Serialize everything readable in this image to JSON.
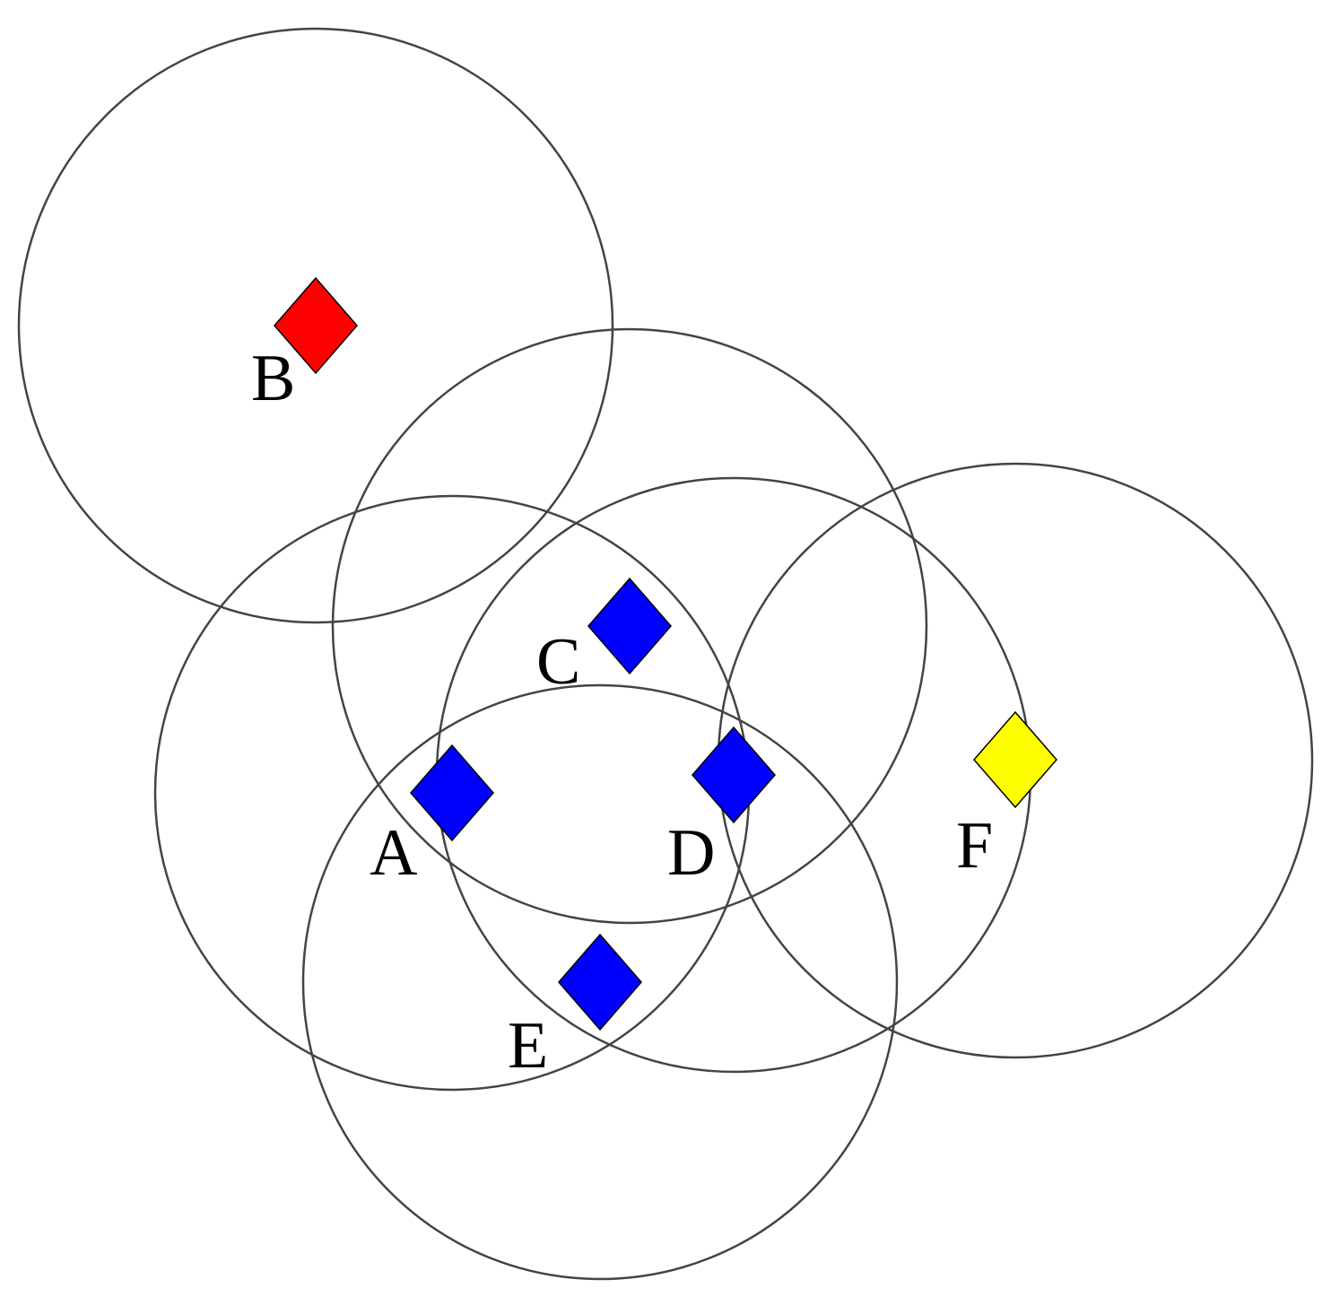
{
  "nodes": [
    {
      "id": "A",
      "label": "A",
      "color": "#0000ff"
    },
    {
      "id": "B",
      "label": "B",
      "color": "#ff0000"
    },
    {
      "id": "C",
      "label": "C",
      "color": "#0000ff"
    },
    {
      "id": "D",
      "label": "D",
      "color": "#0000ff"
    },
    {
      "id": "E",
      "label": "E",
      "color": "#0000ff"
    },
    {
      "id": "F",
      "label": "F",
      "color": "#ffff00"
    }
  ],
  "circle_stroke_color": "#444444"
}
